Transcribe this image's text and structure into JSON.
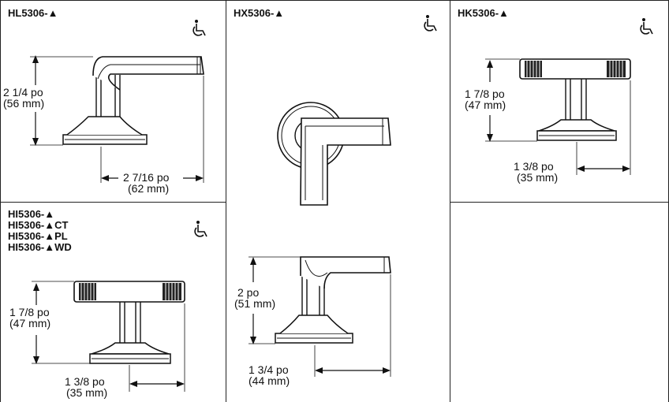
{
  "panels": {
    "hl": {
      "model": "HL5306-▲",
      "height_in": "2 1/4 po",
      "height_mm": "(56 mm)",
      "proj_in": "2 7/16 po",
      "proj_mm": "(62 mm)"
    },
    "hx": {
      "model": "HX5306-▲",
      "height_in": "2 po",
      "height_mm": "(51 mm)",
      "proj_in": "1 3/4 po",
      "proj_mm": "(44 mm)"
    },
    "hk": {
      "model": "HK5306-▲",
      "height_in": "1 7/8 po",
      "height_mm": "(47 mm)",
      "proj_in": "1 3/8 po",
      "proj_mm": "(35 mm)"
    },
    "hi": {
      "models": [
        "HI5306-▲",
        "HI5306-▲CT",
        "HI5306-▲PL",
        "HI5306-▲WD"
      ],
      "height_in": "1 7/8 po",
      "height_mm": "(47 mm)",
      "proj_in": "1 3/8 po",
      "proj_mm": "(35 mm)"
    }
  },
  "icons": {
    "accessibility": "wheelchair-icon"
  }
}
